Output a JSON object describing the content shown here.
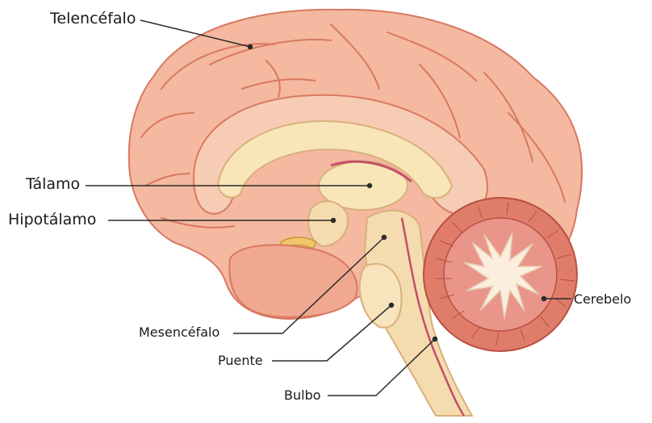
{
  "labels": {
    "telencefalo": "Telencéfalo",
    "talamo": "Tálamo",
    "hipotalamo": "Hipotálamo",
    "mesencefalo": "Mesencéfalo",
    "puente": "Puente",
    "bulbo": "Bulbo",
    "cerebelo": "Cerebelo"
  },
  "colors": {
    "cortex": "#f4b9a0",
    "cortex_dark": "#e89c82",
    "gyri_lines": "#d97860",
    "inner": "#f8e6b8",
    "brainstem": "#f5dcae",
    "cerebellum": "#e07c6a",
    "cerebellum_white": "#fbeede",
    "leader_line": "#2a2a2a"
  }
}
